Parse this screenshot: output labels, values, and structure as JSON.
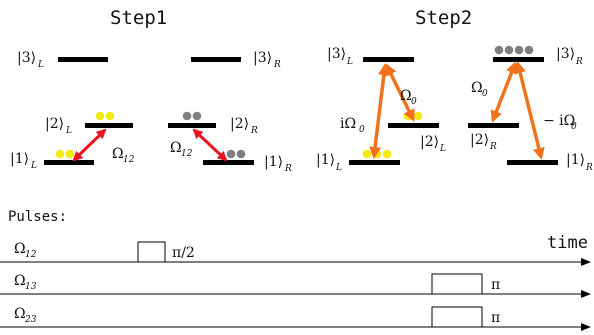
{
  "titles": {
    "step1": "Step1",
    "step2": "Step2"
  },
  "levels": {
    "step1_L3": {
      "text": "|3⟩",
      "sub": "L"
    },
    "step1_R3": {
      "text": "|3⟩",
      "sub": "R"
    },
    "step1_L2": {
      "text": "|2⟩",
      "sub": "L"
    },
    "step1_R2": {
      "text": "|2⟩",
      "sub": "R"
    },
    "step1_L1": {
      "text": "|1⟩",
      "sub": "L"
    },
    "step1_R1": {
      "text": "|1⟩",
      "sub": "R"
    },
    "step2_L3": {
      "text": "|3⟩",
      "sub": "L"
    },
    "step2_R3": {
      "text": "|3⟩",
      "sub": "R"
    },
    "step2_L2": {
      "text": "|2⟩",
      "sub": "L"
    },
    "step2_R2": {
      "text": "|2⟩",
      "sub": "R"
    },
    "step2_L1": {
      "text": "|1⟩",
      "sub": "L"
    },
    "step2_R1": {
      "text": "|1⟩",
      "sub": "R"
    }
  },
  "couplings": {
    "step1_L": {
      "text": "Ω",
      "sub": "12"
    },
    "step1_R": {
      "text": "Ω",
      "sub": "12"
    },
    "step2_L_upper": {
      "text": "Ω",
      "sub": "0"
    },
    "step2_L_lower": {
      "text": "iΩ",
      "sub": "0"
    },
    "step2_R_upper": {
      "text": "Ω",
      "sub": "0"
    },
    "step2_R_lower": {
      "text": "− iΩ",
      "sub": "0"
    }
  },
  "pulses": {
    "heading": "Pulses:",
    "time_label": "time",
    "rows": [
      {
        "name": "Ω",
        "sub": "12",
        "pulse_label": "π/2"
      },
      {
        "name": "Ω",
        "sub": "13",
        "pulse_label": "π"
      },
      {
        "name": "Ω",
        "sub": "23",
        "pulse_label": "π"
      }
    ]
  },
  "colors": {
    "level": "#000000",
    "step1_arrow": "#e8141e",
    "step2_arrow": "#f2711d",
    "atom_yellow": "#f2ea15",
    "atom_gray": "#7f7f7f"
  }
}
